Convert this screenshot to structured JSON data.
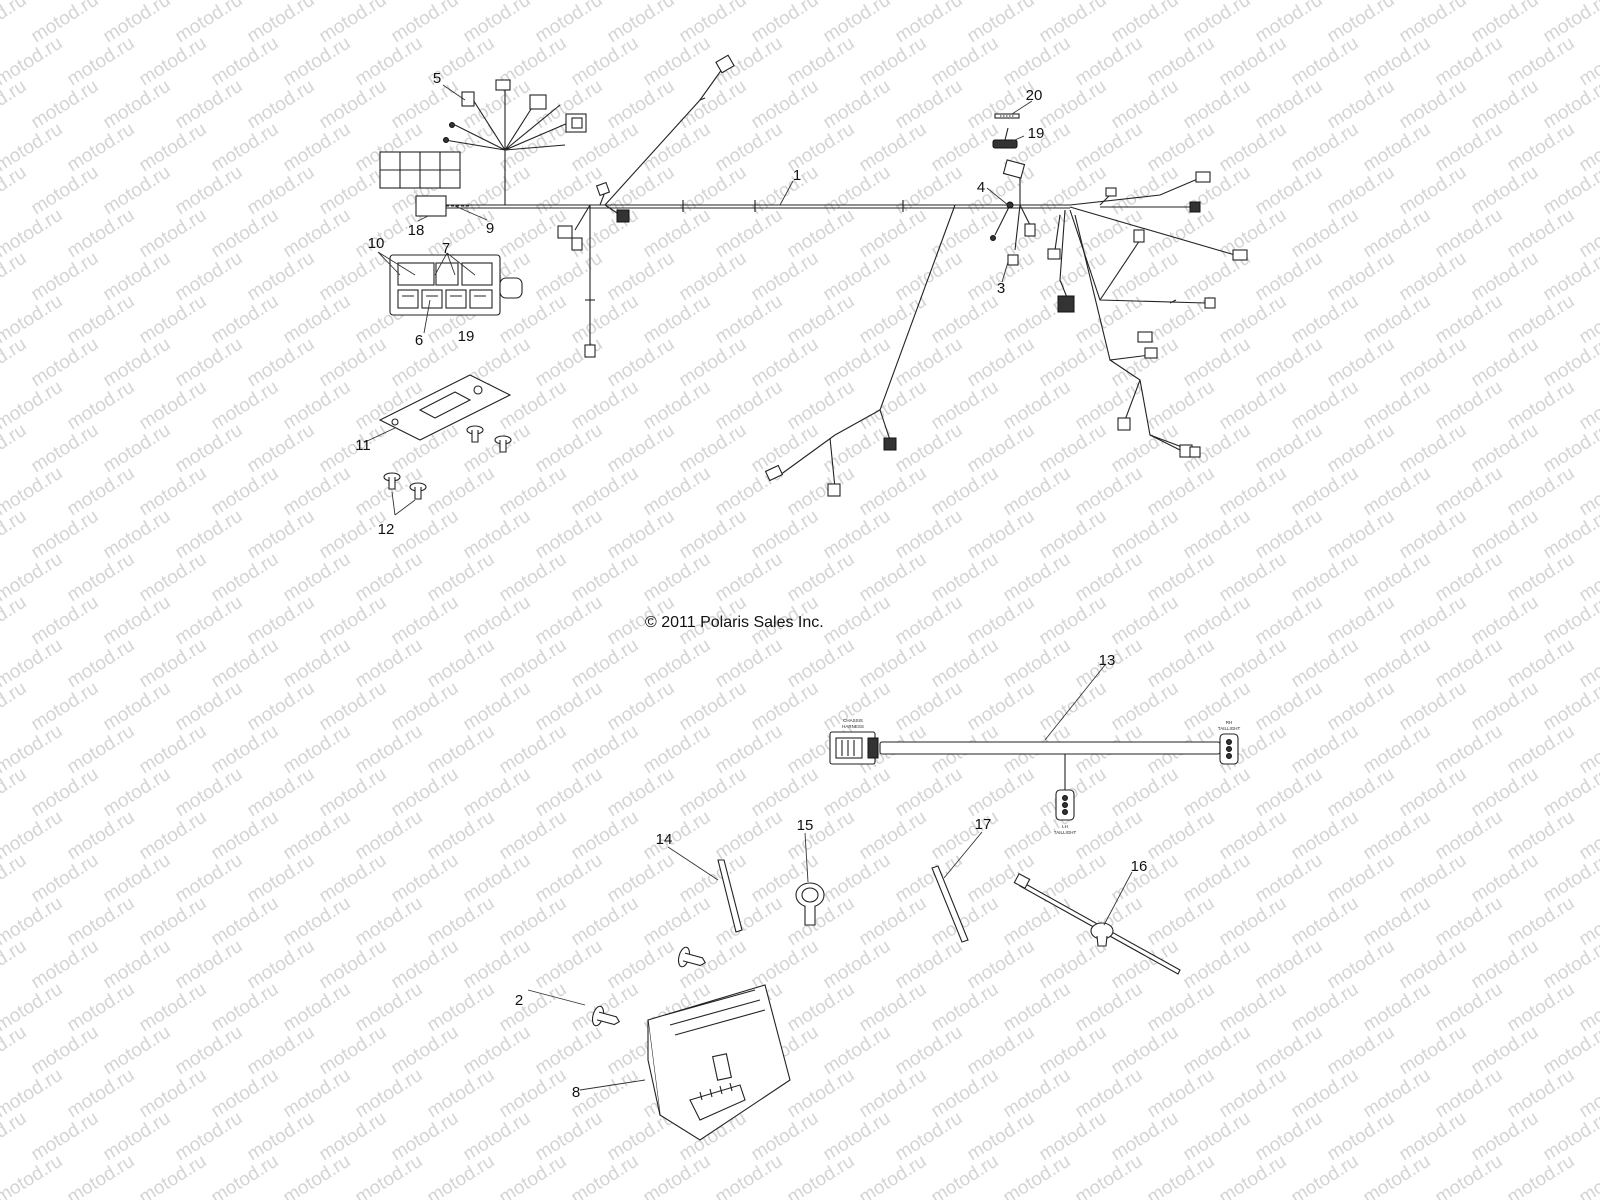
{
  "watermark": "motod.ru",
  "copyright": "© 2011 Polaris Sales Inc.",
  "callouts": [
    {
      "id": "c1",
      "label": "1"
    },
    {
      "id": "c2",
      "label": "2"
    },
    {
      "id": "c3",
      "label": "3"
    },
    {
      "id": "c4",
      "label": "4"
    },
    {
      "id": "c5",
      "label": "5"
    },
    {
      "id": "c6",
      "label": "6"
    },
    {
      "id": "c7",
      "label": "7"
    },
    {
      "id": "c8",
      "label": "8"
    },
    {
      "id": "c9",
      "label": "9"
    },
    {
      "id": "c10",
      "label": "10"
    },
    {
      "id": "c11",
      "label": "11"
    },
    {
      "id": "c12",
      "label": "12"
    },
    {
      "id": "c13",
      "label": "13"
    },
    {
      "id": "c14",
      "label": "14"
    },
    {
      "id": "c15",
      "label": "15"
    },
    {
      "id": "c16",
      "label": "16"
    },
    {
      "id": "c17",
      "label": "17"
    },
    {
      "id": "c18",
      "label": "18"
    },
    {
      "id": "c19a",
      "label": "19"
    },
    {
      "id": "c19b",
      "label": "19"
    },
    {
      "id": "c20",
      "label": "20"
    }
  ],
  "connector_labels": {
    "chassis_harness": [
      "CHASSIS",
      "HARNESS"
    ],
    "rh_taillight": [
      "RH",
      "TAILLIGHT"
    ],
    "lh_taillight": [
      "LH",
      "TAILLIGHT"
    ]
  }
}
